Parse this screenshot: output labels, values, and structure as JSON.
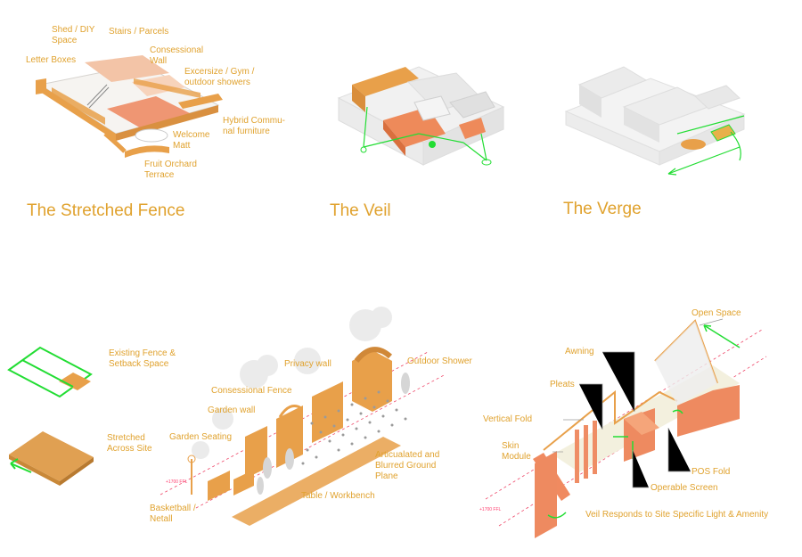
{
  "colors": {
    "label": "#e0a22e",
    "orange": "#e8a04a",
    "salmon": "#ee8a6a",
    "green": "#22dd33",
    "magenta": "#ff3d6e",
    "grey": "#dddddd"
  },
  "titles": {
    "stretched_fence": "The Stretched Fence",
    "veil": "The Veil",
    "verge": "The Verge"
  },
  "fence_plan_labels": {
    "shed": "Shed / DIY\nSpace",
    "stairs": "Stairs / Parcels",
    "concessional_wall": "Consessional\nWall",
    "letter_boxes": "Letter Boxes",
    "gym": "Excersize / Gym /\noutdoor showers",
    "hybrid": "Hybrid Commu-\nnal furniture",
    "welcome": "Welcome\nMatt",
    "orchard": "Fruit Orchard\nTerrace"
  },
  "fence_diagram_labels": {
    "existing": "Existing Fence &\nSetback Space",
    "stretched": "Stretched\nAcross Site"
  },
  "fence_detail_labels": {
    "privacy_wall": "Privacy wall",
    "outdoor_shower": "Outdoor Shower",
    "concessional_fence": "Consessional Fence",
    "garden_wall": "Garden wall",
    "garden_seating": "Garden Seating",
    "ground_plane": "Articualated and\nBlurred Ground\nPlane",
    "table": "Table / Workbench",
    "basketball": "Basketball /\nNetall",
    "ffl": "+1700 FFL"
  },
  "veil_detail_labels": {
    "open_space": "Open Space",
    "awning": "Awning",
    "pleats": "Pleats",
    "vertical_fold": "Vertical Fold",
    "skin_module": "Skin\nModule",
    "pos_fold": "POS Fold",
    "operable_screen": "Operable Screen",
    "veil_responds": "Veil Responds to Site Specific Light & Amenity",
    "ffl": "+1700 FFL"
  }
}
